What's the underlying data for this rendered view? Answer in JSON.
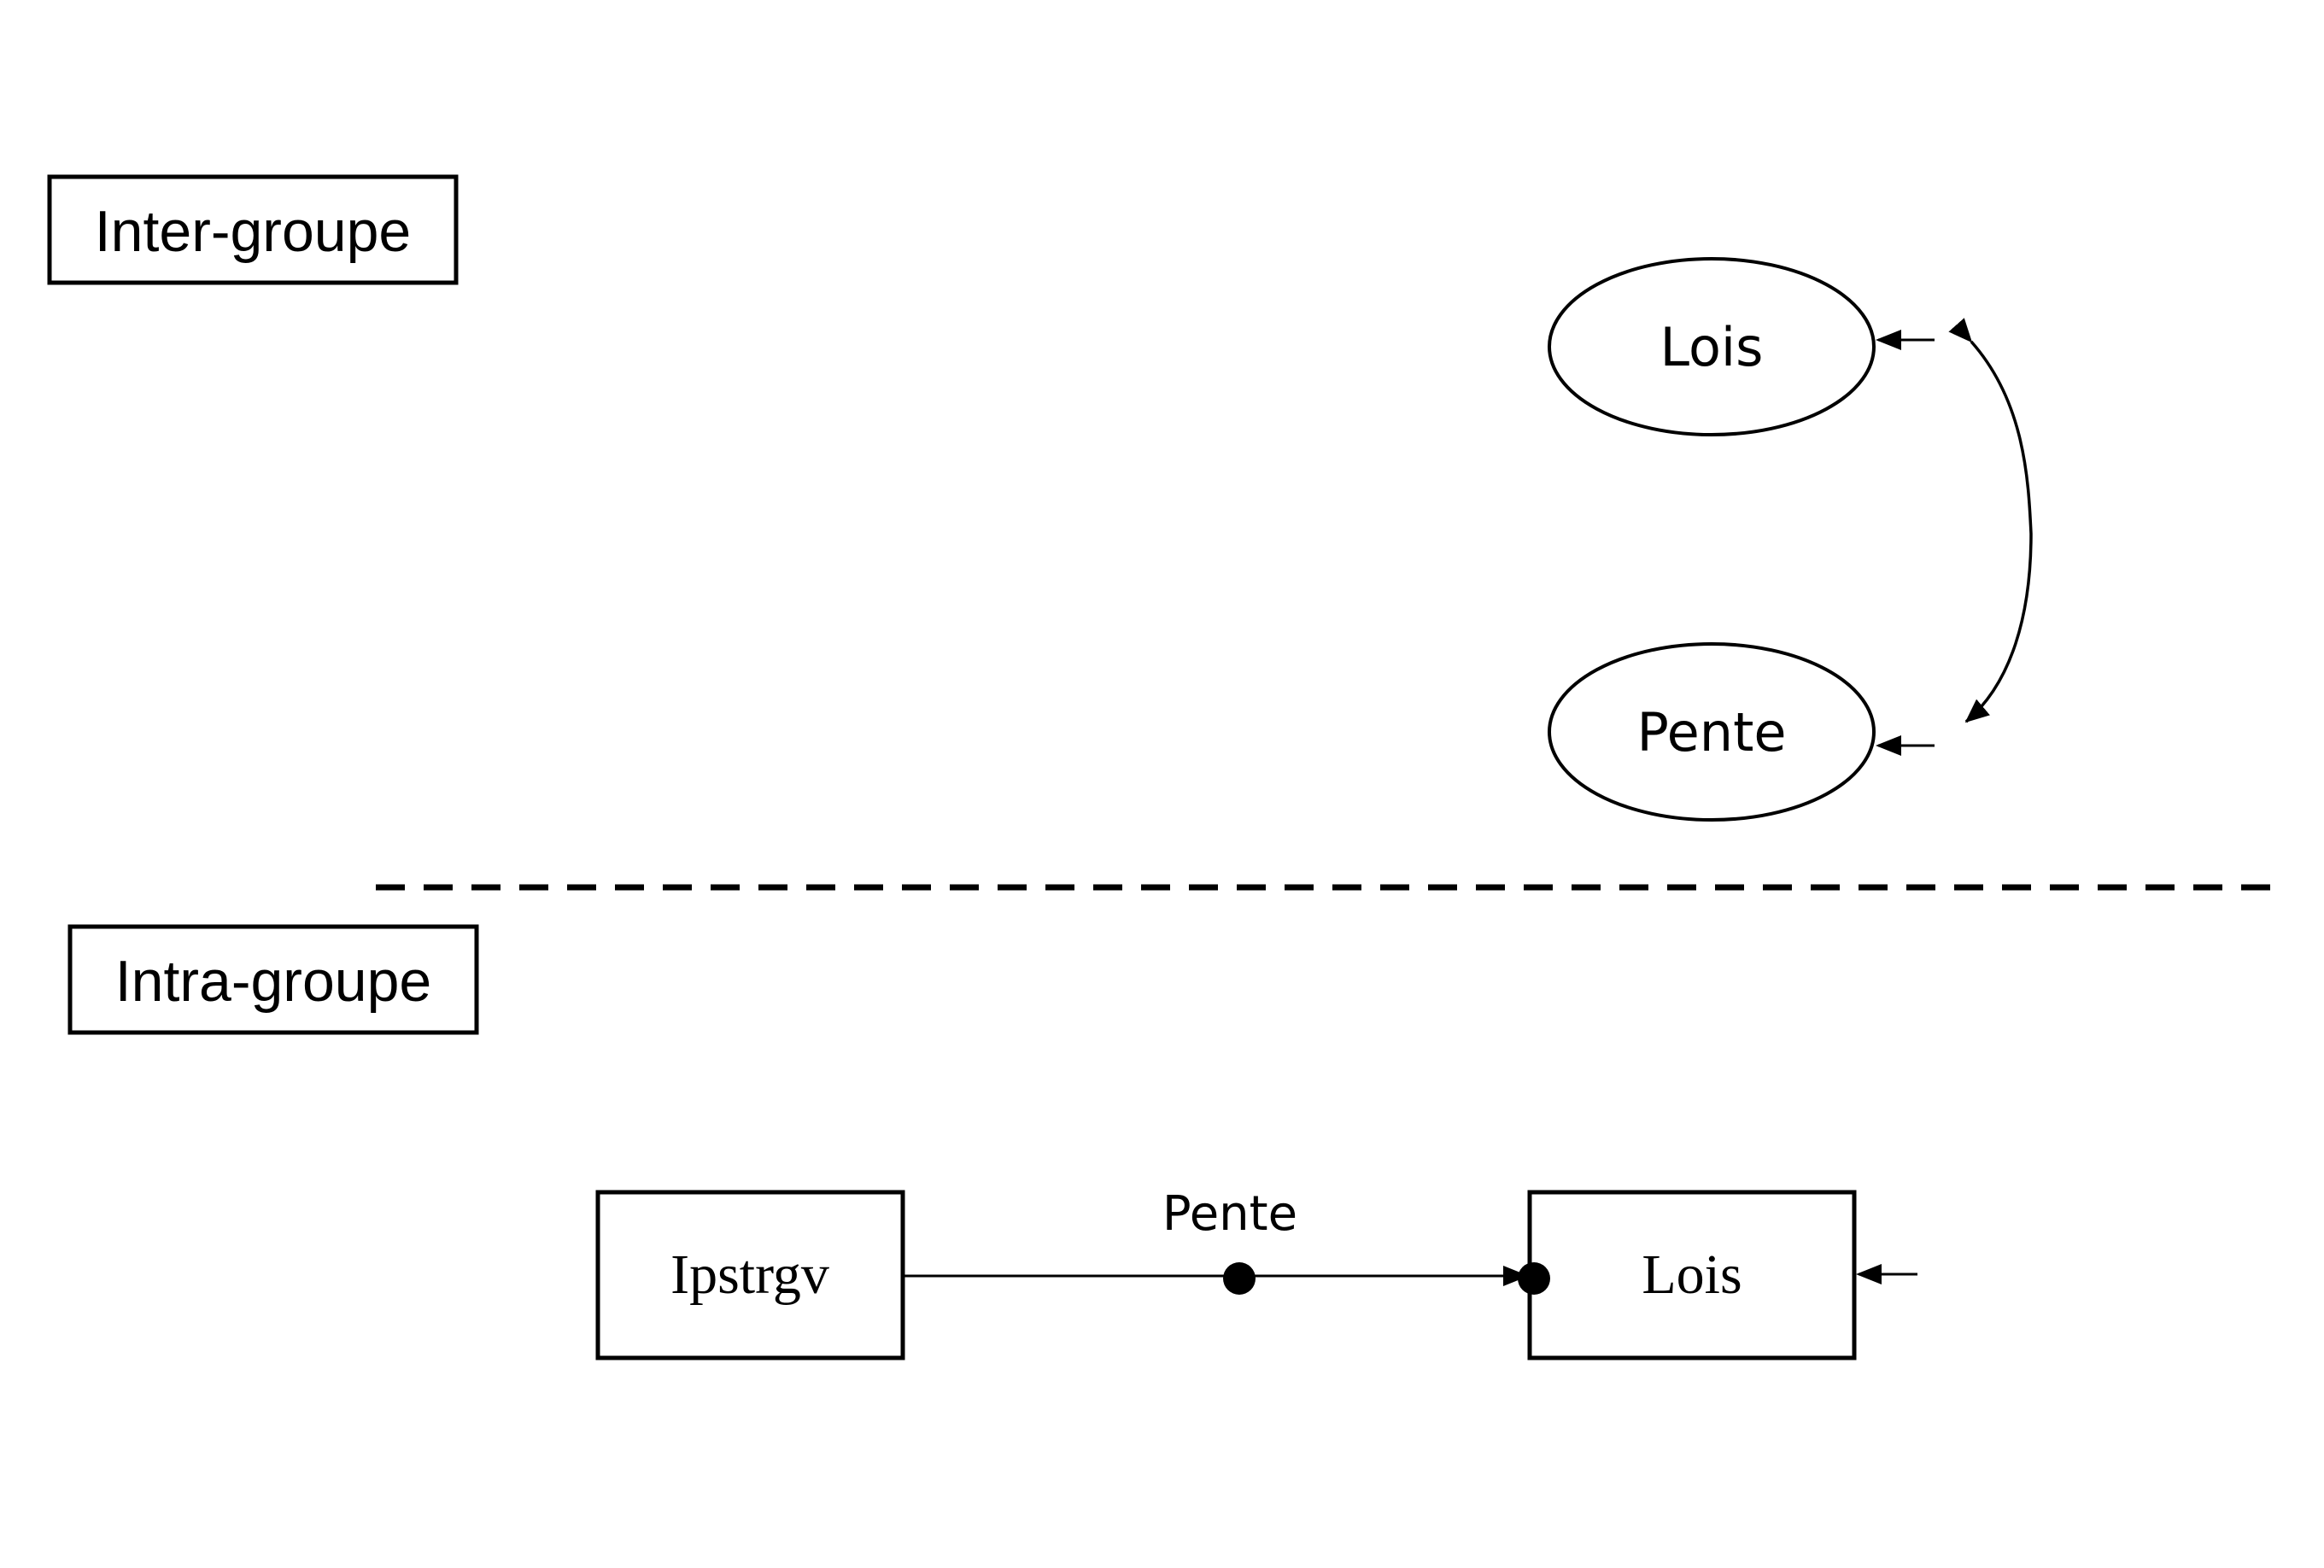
{
  "sections": {
    "inter": {
      "label": "Inter-groupe"
    },
    "intra": {
      "label": "Intra-groupe"
    }
  },
  "inter_group": {
    "nodes": {
      "lois": "Lois",
      "pente": "Pente"
    }
  },
  "intra_group": {
    "nodes": {
      "ipstrgv": "Ipstrgv",
      "lois": "Lois"
    },
    "path_label": "Pente"
  },
  "colors": {
    "stroke": "#000000",
    "background": "#ffffff"
  }
}
